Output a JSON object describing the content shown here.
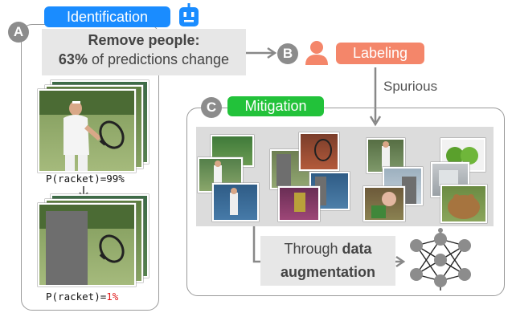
{
  "panel_a": {
    "letter": "A",
    "title": "Identification",
    "remove_heading": "Remove people:",
    "pct": "63%",
    "pct_rest": " of predictions change",
    "prob_before": "P(racket)=99%",
    "prob_after_prefix": "P(racket)=",
    "prob_after_value": "1%"
  },
  "panel_b": {
    "letter": "B",
    "title": "Labeling",
    "arrow_label": "Spurious"
  },
  "panel_c": {
    "letter": "C",
    "title": "Mitigation",
    "aug_line1_plain": "Through ",
    "aug_line1_bold": "data",
    "aug_line2": "augmentation"
  },
  "colors": {
    "identification": "#1a8cff",
    "labeling": "#f4866a",
    "mitigation": "#22c23a",
    "robot_icon": "#1a8cff",
    "person_icon": "#f4866a",
    "mask": "#6e6e6e",
    "network": "#8c8c8c"
  },
  "icons": [
    "robot-icon",
    "person-icon",
    "neural-network-icon"
  ]
}
